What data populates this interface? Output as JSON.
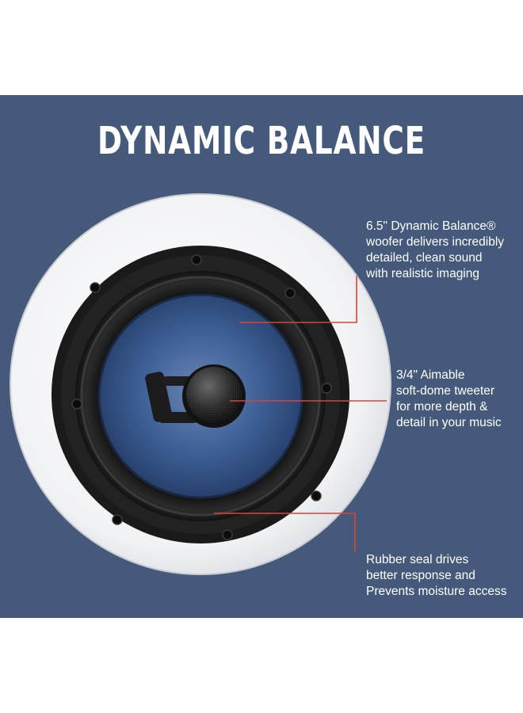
{
  "title": "DYNAMIC BALANCE",
  "callouts": [
    {
      "lines": [
        "6.5\" Dynamic Balance®",
        "woofer delivers incredibly",
        "detailed, clean sound",
        "with realistic imaging"
      ]
    },
    {
      "lines": [
        "3/4\" Aimable",
        "soft-dome tweeter",
        "for more depth &",
        "detail in your music"
      ]
    },
    {
      "lines": [
        "Rubber seal drives",
        "better response and",
        "Prevents moisture access"
      ]
    }
  ],
  "colors": {
    "background": "#45597a",
    "accent_line": "#d8443a",
    "cone": "#3d5f96"
  }
}
